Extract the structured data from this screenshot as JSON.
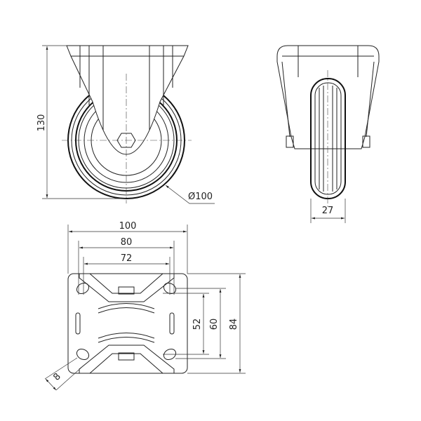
{
  "front_view": {
    "height_label": "130",
    "diameter_label": "Ø100"
  },
  "side_view": {
    "width_label": "27"
  },
  "plate_view": {
    "width_labels": [
      "100",
      "80",
      "72"
    ],
    "height_labels": [
      "52",
      "60",
      "84"
    ],
    "slot_label": "8"
  },
  "colors": {
    "line": "#222222",
    "background": "#ffffff"
  }
}
